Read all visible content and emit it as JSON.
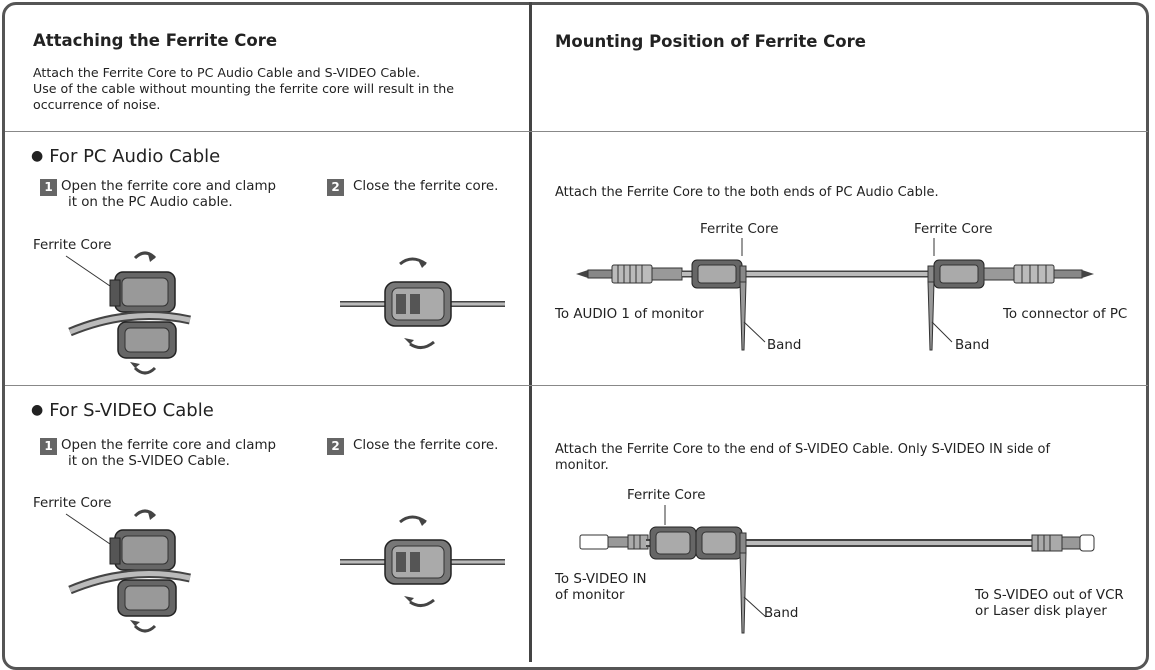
{
  "left": {
    "title": "Attaching the Ferrite Core",
    "intro_1": "Attach the Ferrite Core to PC Audio Cable and S-VIDEO Cable.",
    "intro_2": "Use of the cable without mounting the ferrite core will result in the",
    "intro_3": "occurrence of noise.",
    "pc_section": "For PC Audio Cable",
    "svideo_section": "For S-VIDEO Cable",
    "step1_num": "1",
    "step2_num": "2",
    "pc_step1_a": "Open the ferrite core and clamp",
    "pc_step1_b": "it on the PC Audio cable.",
    "pc_step2": "Close the ferrite core.",
    "sv_step1_a": "Open the ferrite core and clamp",
    "sv_step1_b": "it on the S-VIDEO Cable.",
    "sv_step2": "Close the ferrite core.",
    "ferrite_core_label": "Ferrite Core"
  },
  "right": {
    "title": "Mounting Position of Ferrite Core",
    "pc_desc": "Attach the Ferrite Core to the both ends of PC Audio Cable.",
    "pc_label_core_left": "Ferrite Core",
    "pc_label_core_right": "Ferrite Core",
    "pc_label_audio1": "To AUDIO 1 of monitor",
    "pc_label_connector": "To connector of PC",
    "pc_label_band_left": "Band",
    "pc_label_band_right": "Band",
    "sv_desc_1": "Attach the Ferrite Core to the end of S-VIDEO Cable.  Only S-VIDEO IN side of",
    "sv_desc_2": "monitor.",
    "sv_label_core": "Ferrite Core",
    "sv_label_in_1": "To S-VIDEO IN",
    "sv_label_in_2": "of monitor",
    "sv_label_band": "Band",
    "sv_label_out_1": "To S-VIDEO out of VCR",
    "sv_label_out_2": "or Laser disk player"
  }
}
